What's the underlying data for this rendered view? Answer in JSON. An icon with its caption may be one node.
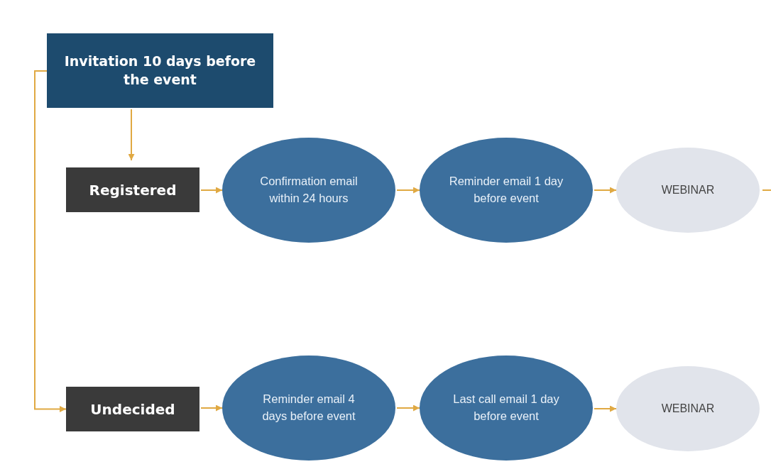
{
  "diagram": {
    "nodes": [
      {
        "text": [
          "Invitation 10 days before the event"
        ]
      },
      {
        "text": [
          "Registered"
        ]
      },
      {
        "text": [
          "Confirmation email within 24 hours"
        ]
      },
      {
        "text": [
          "Reminder email 1 day before event"
        ]
      },
      {
        "text": [
          "WEBINAR"
        ]
      },
      {
        "text": [
          "Undecided"
        ]
      },
      {
        "text": [
          "Reminder email 4 days before event"
        ]
      },
      {
        "text": [
          "Last call email 1 day before event"
        ]
      },
      {
        "text": [
          "WEBINAR"
        ]
      }
    ],
    "edges": [
      {
        "from": 0,
        "to": 1,
        "arrow": "to"
      },
      {
        "from": 1,
        "to": 2,
        "arrow": "to"
      },
      {
        "from": 2,
        "to": 3,
        "arrow": "to"
      },
      {
        "from": 3,
        "to": 4,
        "arrow": "to"
      },
      {
        "from": 4,
        "to": null,
        "arrow": "none"
      },
      {
        "from": 0,
        "to": 5,
        "arrow": "to"
      },
      {
        "from": 5,
        "to": 6,
        "arrow": "to"
      },
      {
        "from": 6,
        "to": 7,
        "arrow": "to"
      },
      {
        "from": 7,
        "to": 8,
        "arrow": "to"
      }
    ]
  }
}
